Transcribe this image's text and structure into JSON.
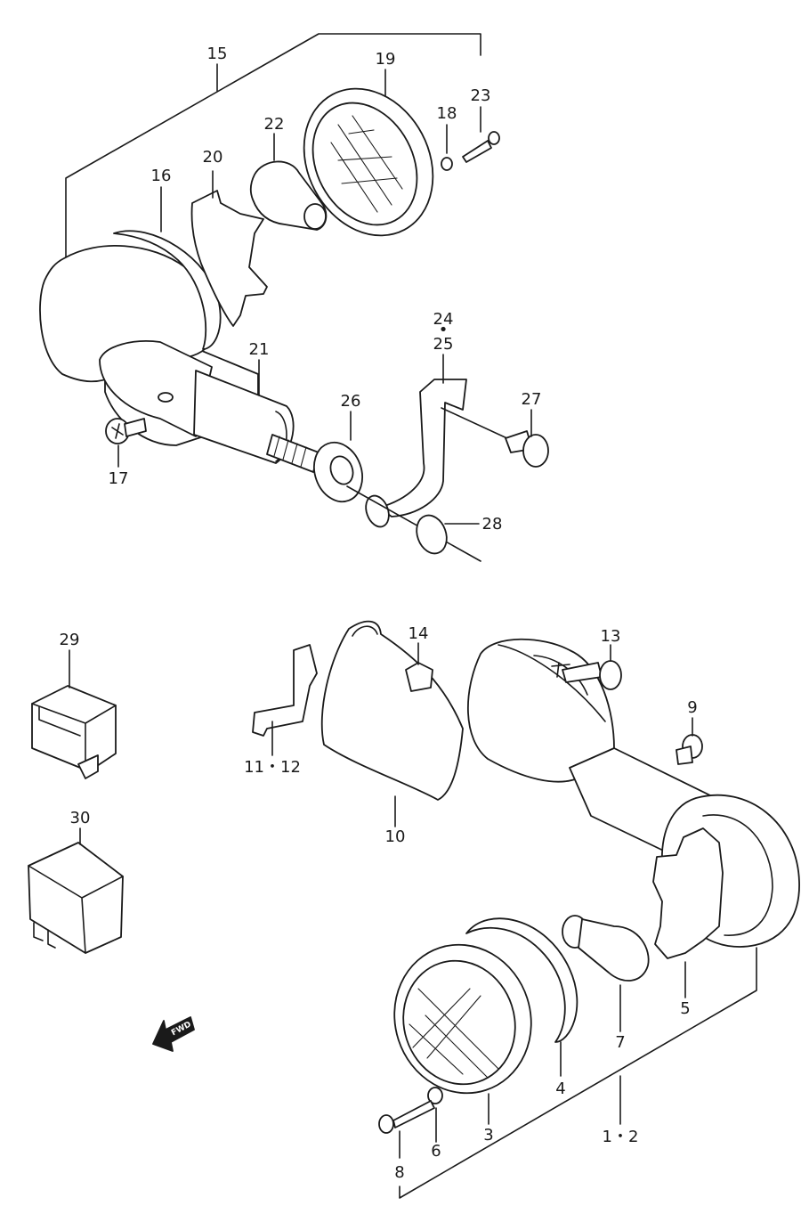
{
  "labels": {
    "l1_2": "1・2",
    "l3": "3",
    "l4": "4",
    "l5": "5",
    "l6": "6",
    "l7": "7",
    "l8": "8",
    "l9": "9",
    "l10": "10",
    "l11_12": "11・12",
    "l13": "13",
    "l14": "14",
    "l15": "15",
    "l16": "16",
    "l17": "17",
    "l18": "18",
    "l19": "19",
    "l20": "20",
    "l21": "21",
    "l22": "22",
    "l23": "23",
    "l24": "24",
    "l24_dot": "•",
    "l25": "25",
    "l26": "26",
    "l27": "27",
    "l28": "28",
    "l29": "29",
    "l30": "30"
  },
  "fwd_arrow": {
    "text": "FWD"
  },
  "colors": {
    "line": "#1a1a1a",
    "background": "#ffffff"
  }
}
